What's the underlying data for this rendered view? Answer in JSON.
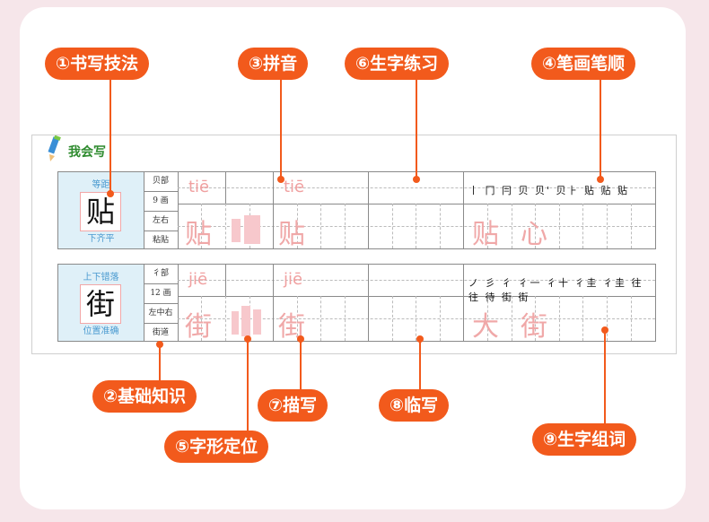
{
  "labels": {
    "l1": "①书写技法",
    "l2": "②基础知识",
    "l3": "③拼音",
    "l4": "④笔画笔顺",
    "l5": "⑤字形定位",
    "l6": "⑥生字练习",
    "l7": "⑦描写",
    "l8": "⑧临写",
    "l9": "⑨生字组词"
  },
  "sheet": {
    "title": "我会写",
    "lessons": [
      {
        "top_hint": "等距",
        "char": "贴",
        "bottom_hint": "下齐平",
        "radical": "贝部",
        "stroke_count": "9 画",
        "structure": "左右",
        "word": "粘贴",
        "pinyin_1": "tiē",
        "pinyin_2": "tiē",
        "trace_1": "贴",
        "trace_2": "贴",
        "stroke_order": "丨 冂 冃 贝 贝' 贝⺊ 贴 贴 贴",
        "word_chars": [
          "贴",
          "心"
        ]
      },
      {
        "top_hint": "上下错落",
        "char": "街",
        "bottom_hint": "位置准确",
        "radical": "彳部",
        "stroke_count": "12 画",
        "structure": "左中右",
        "word": "街道",
        "pinyin_1": "jiē",
        "pinyin_2": "jiē",
        "trace_1": "街",
        "trace_2": "街",
        "stroke_order": "ノ 彡 彳 彳一 彳十 彳圭 彳圭 往 往 待 街 街",
        "word_chars": [
          "大",
          "街"
        ]
      }
    ]
  },
  "colors": {
    "accent": "#f25a1c",
    "trace": "#f0a8a8",
    "char_bg": "#dff0f8",
    "background": "#f6e6ea"
  }
}
